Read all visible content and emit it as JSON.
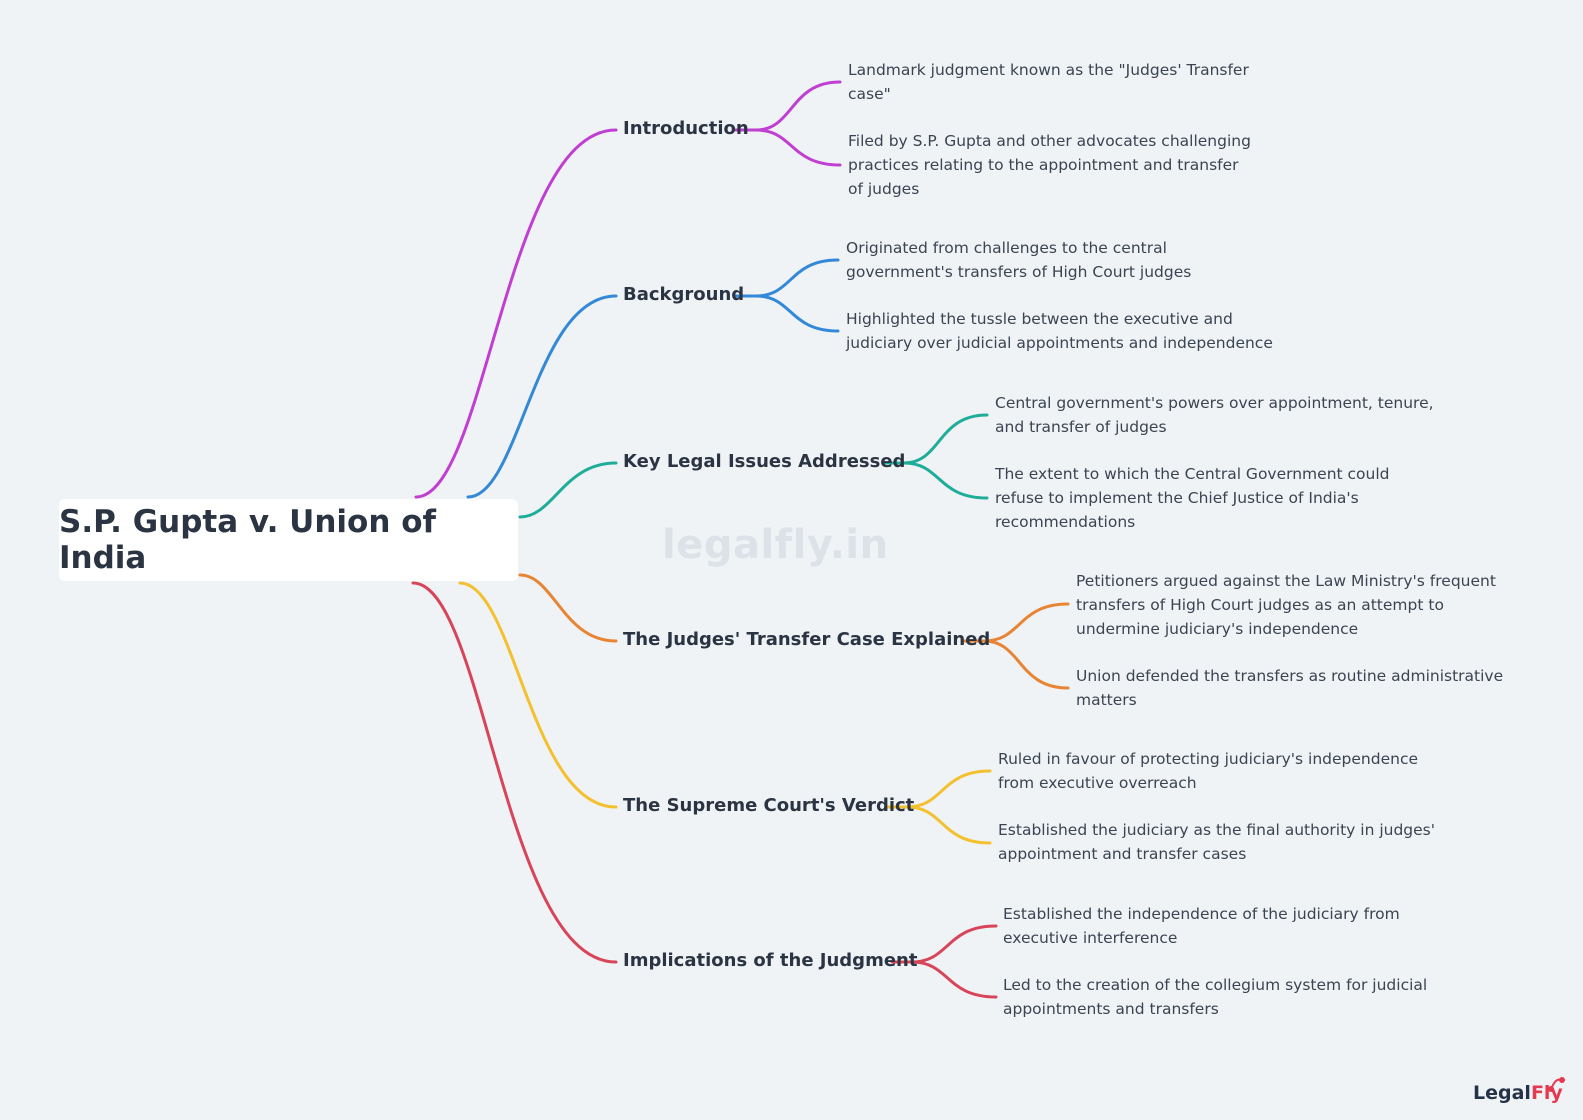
{
  "root": {
    "title": "S.P. Gupta v. Union of India"
  },
  "watermark": "legalfly.in",
  "logo": {
    "part1": "Legal",
    "part2": "Fly"
  },
  "branches": [
    {
      "label": "Introduction",
      "color": "#c03fd2",
      "leaves": [
        "Landmark judgment known as the \"Judges' Transfer case\"",
        "Filed by S.P. Gupta and other advocates challenging practices relating to the appointment and transfer of judges"
      ]
    },
    {
      "label": "Background",
      "color": "#3389d8",
      "leaves": [
        "Originated from challenges to the central government's transfers of High Court judges",
        "Highlighted the tussle between the executive and judiciary over judicial appointments and independence"
      ]
    },
    {
      "label": "Key Legal Issues Addressed",
      "color": "#1fad9a",
      "leaves": [
        "Central government's powers over appointment, tenure, and transfer of judges",
        "The extent to which the Central Government could refuse to implement the Chief Justice of India's recommendations"
      ]
    },
    {
      "label": "The Judges' Transfer Case Explained",
      "color": "#e88535",
      "leaves": [
        "Petitioners argued against the Law Ministry's frequent transfers of High Court judges as an attempt to undermine judiciary's independence",
        "Union defended the transfers as routine administrative matters"
      ]
    },
    {
      "label": "The Supreme Court's Verdict",
      "color": "#f3c02e",
      "leaves": [
        "Ruled in favour of protecting judiciary's independence from executive overreach",
        "Established the judiciary as the final authority in judges' appointment and transfer cases"
      ]
    },
    {
      "label": "Implications of the Judgment",
      "color": "#d8455a",
      "leaves": [
        "Established the independence of the judiciary from executive interference",
        "Led to the creation of the collegium system for judicial appointments and transfers"
      ]
    }
  ]
}
